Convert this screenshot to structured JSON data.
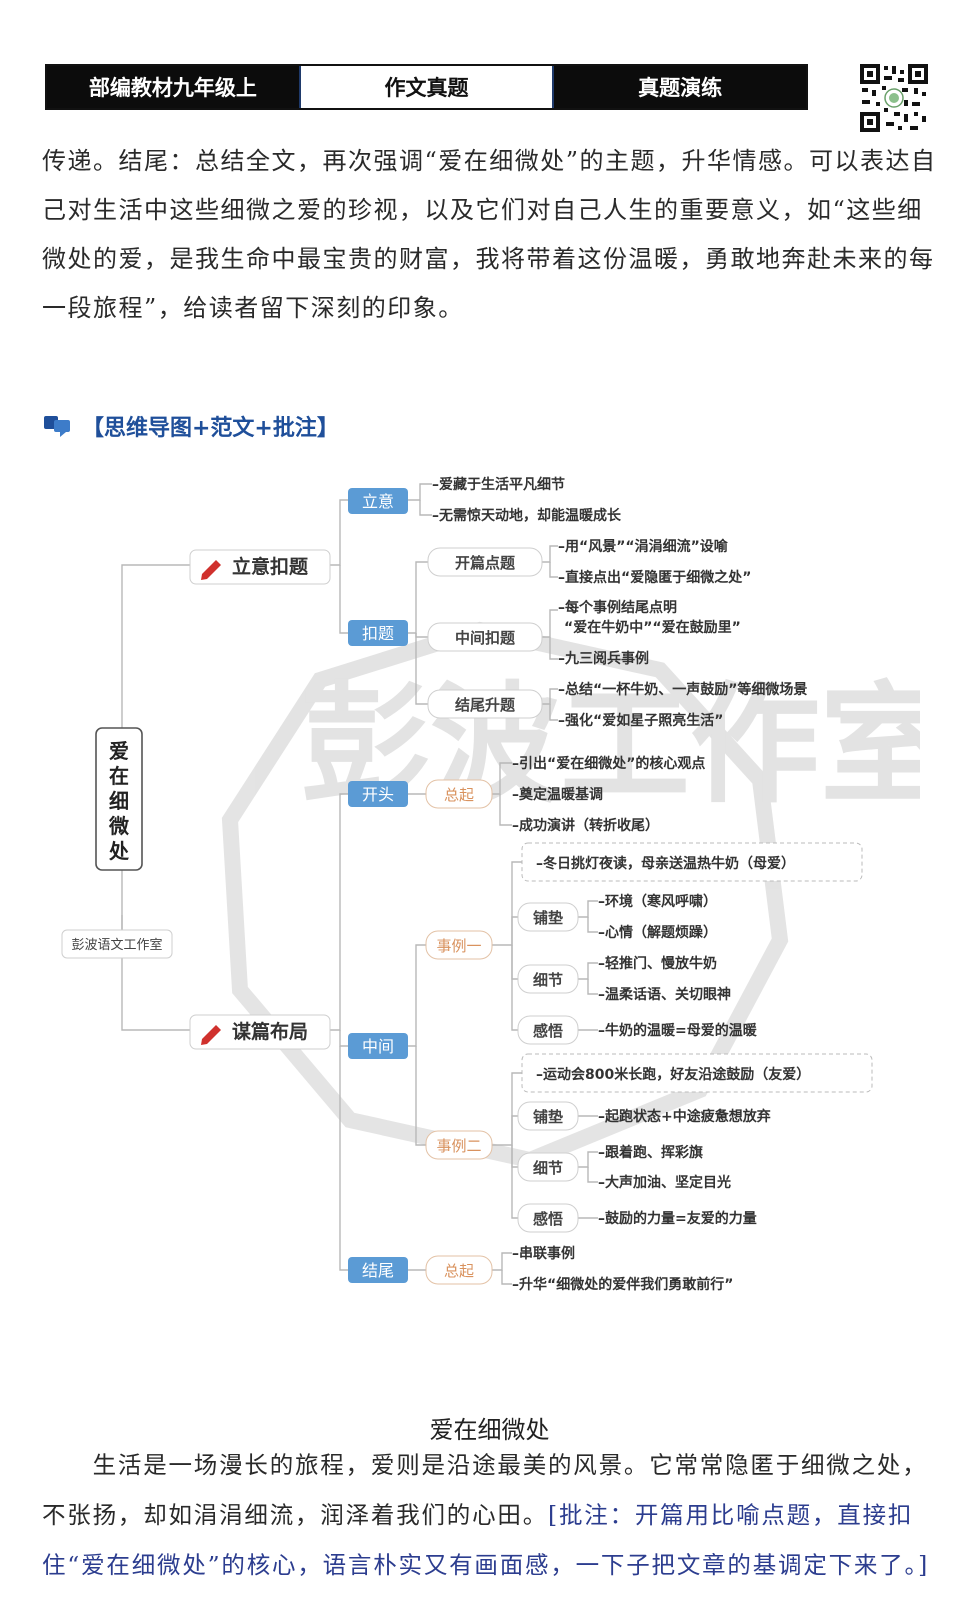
{
  "header": {
    "left": "部编教材九年级上",
    "center": "作文真题",
    "right": "真题演练"
  },
  "qr_icon": "qr-code-icon",
  "intro_paragraph": "传递。结尾：总结全文，再次强调“爱在细微处”的主题，升华情感。可以表达自己对生活中这些细微之爱的珍视，以及它们对自己人生的重要意义，如“这些细微处的爱，是我生命中最宝贵的财富，我将带着这份温暖，勇敢地奔赴未来的每一段旅程”，给读者留下深刻的印象。",
  "section_title": "【思维导图+范文+批注】",
  "mindmap": {
    "root": "爱在细微处",
    "studio": "彭波语文工作室",
    "watermark": "彭波工作室",
    "branch1": {
      "label": "立意扣题",
      "liyi": {
        "tag": "立意",
        "items": [
          "–爱藏于生活平凡细节",
          "–无需惊天动地，却能温暖成长"
        ]
      },
      "kouti": {
        "tag": "扣题",
        "groups": [
          {
            "label": "开篇点题",
            "items": [
              "–用“风景”“涓涓细流”设喻",
              "–直接点出“爱隐匿于细微之处”"
            ]
          },
          {
            "label": "中间扣题",
            "items": [
              "–每个事例结尾点明",
              "“爱在牛奶中”“爱在鼓励里”",
              "–九三阅兵事例"
            ]
          },
          {
            "label": "结尾升题",
            "items": [
              "–总结“一杯牛奶、一声鼓励”等细微场景",
              "–强化“爱如星子照亮生活”"
            ]
          }
        ]
      }
    },
    "branch2": {
      "label": "谋篇布局",
      "kaitou": {
        "tag": "开头",
        "sub": "总起",
        "items": [
          "–引出“爱在细微处”的核心观点",
          "–奠定温暖基调",
          "–成功演讲（转折收尾）"
        ]
      },
      "zhongjian": {
        "tag": "中间",
        "example1": {
          "label": "事例一",
          "summary": "–冬日挑灯夜读，母亲送温热牛奶（母爱）",
          "pudian": {
            "label": "铺垫",
            "items": [
              "–环境（寒风呼啸）",
              "–心情（解题烦躁）"
            ]
          },
          "xijie": {
            "label": "细节",
            "items": [
              "–轻推门、慢放牛奶",
              "–温柔话语、关切眼神"
            ]
          },
          "ganwu": {
            "label": "感悟",
            "items": [
              "–牛奶的温暖=母爱的温暖"
            ]
          }
        },
        "example2": {
          "label": "事例二",
          "summary": "–运动会800米长跑，好友沿途鼓励（友爱）",
          "pudian": {
            "label": "铺垫",
            "items": [
              "–起跑状态+中途疲惫想放弃"
            ]
          },
          "xijie": {
            "label": "细节",
            "items": [
              "–跟着跑、挥彩旗",
              "–大声加油、坚定目光"
            ]
          },
          "ganwu": {
            "label": "感悟",
            "items": [
              "–鼓励的力量=友爱的力量"
            ]
          }
        }
      },
      "jiewei": {
        "tag": "结尾",
        "sub": "总起",
        "items": [
          "–串联事例",
          "–升华“细微处的爱伴我们勇敢前行”"
        ]
      }
    }
  },
  "essay": {
    "title": "爱在细微处",
    "paragraph_text": "生活是一场漫长的旅程，爱则是沿途最美的风景。它常常隐匿于细微之处，不张扬，却如涓涓细流，润泽着我们的心田。",
    "note": "[批注：开篇用比喻点题，直接扣住“爱在细微处”的核心，语言朴实又有画面感，一下子把文章的基调定下来了。]"
  },
  "colors": {
    "header_dark": "#0c0c0c",
    "tag_blue": "#5b9bd5",
    "sub_orange": "#d9925e",
    "note_blue": "#2c3d8f",
    "title_blue": "#1f4f9a",
    "pencil_red": "#d0312d"
  }
}
